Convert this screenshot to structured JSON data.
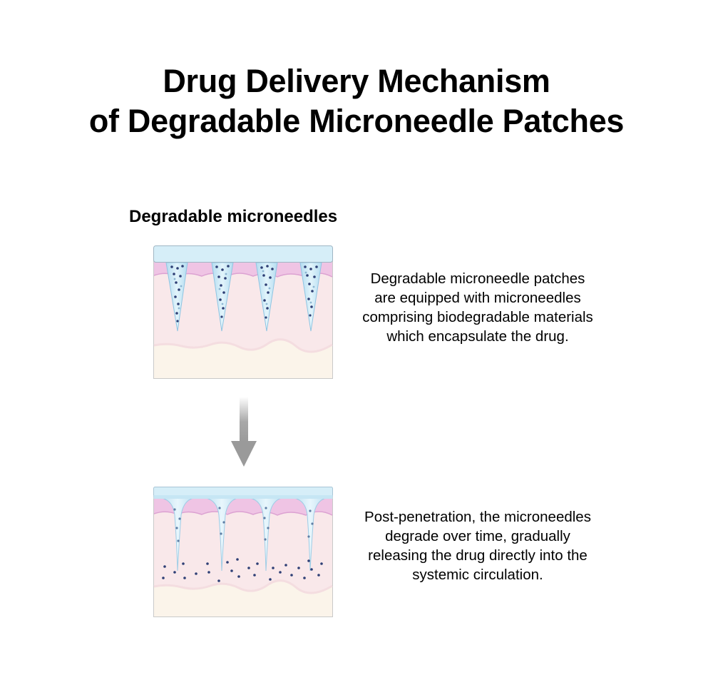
{
  "title": {
    "line1": "Drug Delivery Mechanism",
    "line2": "of Degradable Microneedle Patches"
  },
  "subheading": "Degradable microneedles",
  "steps": [
    {
      "description": "Degradable microneedle patches are equipped with microneedles comprising biodegradable materials which encapsulate the drug.",
      "state": "intact"
    },
    {
      "description": "Post-penetration, the microneedles degrade over time, gradually releasing the drug directly into the systemic circulation.",
      "state": "degrading"
    }
  ],
  "icons": {
    "flow_arrow": "arrow-down-icon"
  },
  "colors": {
    "patch_backing": "#d6eef8",
    "needle": "#c5e6f5",
    "epidermis": "#efc4e4",
    "dermis": "#f9e8ea",
    "hypodermis": "#fbf4ea",
    "drug_particle": "#2e3f75",
    "arrow": "#9a9a9a"
  }
}
